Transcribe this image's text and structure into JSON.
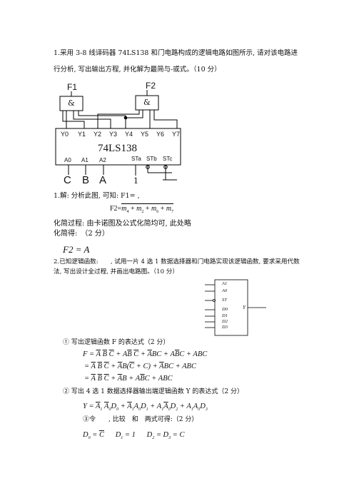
{
  "q1": {
    "line1": "1.采用 3-8 线译码器 74LS138 和门电路构成的逻辑电路如图所示, 请对该电路进",
    "line2": "行分析, 写出输出方程, 并化解为最简与-或式。（10 分）"
  },
  "circuit": {
    "gate1_label": "F1",
    "gate2_label": "F2",
    "gate_symbol": "&",
    "outputs": [
      "Y0",
      "Y1",
      "Y2",
      "Y3",
      "Y4",
      "Y5",
      "Y6",
      "Y7"
    ],
    "chip_name": "74LS138",
    "addr_pins": [
      "A0",
      "A1",
      "A2"
    ],
    "enable_pins": [
      "STa",
      "STb",
      "STc"
    ],
    "inputs": [
      "C",
      "B",
      "A"
    ],
    "enable_value": "1"
  },
  "a1": {
    "line1": "1.解: 分析此图, 可知: F1= ,",
    "f2_prefix": "F2=",
    "f2_terms": [
      "m",
      "4",
      "+",
      "m",
      "2",
      "+",
      "m",
      "6",
      "+",
      "m",
      "7"
    ],
    "process": "化简过程: 由卡诺图及公式化简均可, 此处略",
    "result_label": "化简得:　（2 分）",
    "result": "F2 = A"
  },
  "q2": {
    "line1": "2.已知逻辑函数:　　, 试用一片 4 选 1 数据选择器和门电路实现该逻辑函数, 要求采用代数",
    "line2": "法, 写出设计全过程, 并画出电路图。（10 分）"
  },
  "mux": {
    "inputs": [
      "A1",
      "A0",
      "ST",
      "D0",
      "D1",
      "D2",
      "D3"
    ],
    "output": "Y"
  },
  "a2": {
    "step1": "① 写出逻辑函数 F 的表达式（2 分）",
    "step2": "② 写出 4 选 1 数据选择器输出端逻辑函数 Y 的表达式（2 分）",
    "step3": "③令　　, 比较　和　两式可得:（2 分）"
  }
}
